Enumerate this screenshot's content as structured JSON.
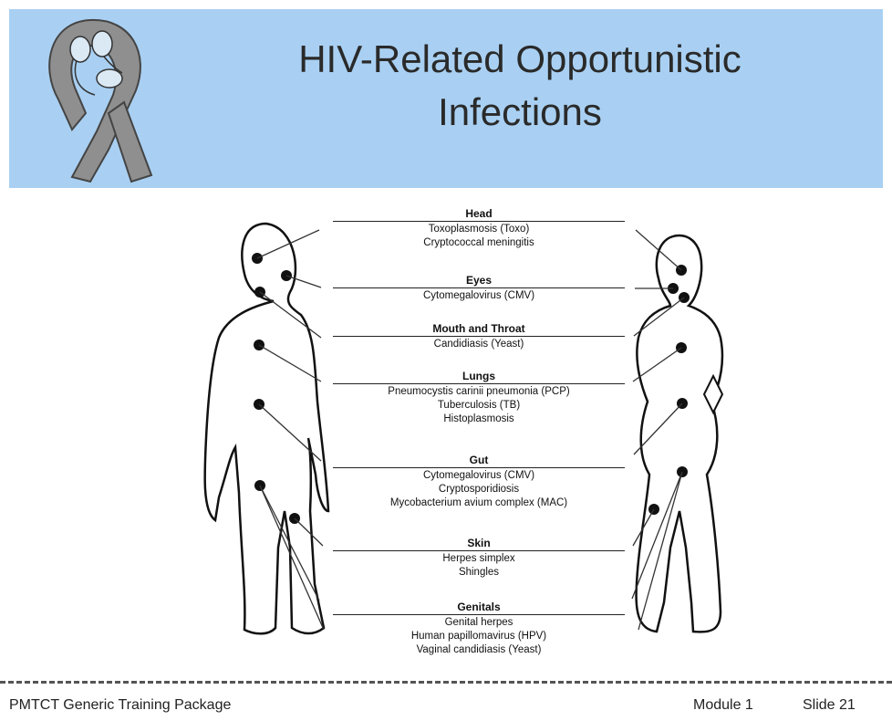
{
  "title": {
    "line1": "HIV-Related Opportunistic",
    "line2": "Infections"
  },
  "logo_icon": "aids-ribbon-mother-child-logo",
  "colors": {
    "header_bg": "#a9d0f2",
    "text": "#222222"
  },
  "body_regions": [
    {
      "name": "Head",
      "infections": [
        "Toxoplasmosis (Toxo)",
        "Cryptococcal meningitis"
      ]
    },
    {
      "name": "Eyes",
      "infections": [
        "Cytomegalovirus (CMV)"
      ]
    },
    {
      "name": "Mouth and Throat",
      "infections": [
        "Candidiasis (Yeast)"
      ]
    },
    {
      "name": "Lungs",
      "infections": [
        "Pneumocystis carinii pneumonia (PCP)",
        "Tuberculosis (TB)",
        "Histoplasmosis"
      ]
    },
    {
      "name": "Gut",
      "infections": [
        "Cytomegalovirus (CMV)",
        "Cryptosporidiosis",
        "Mycobacterium avium complex (MAC)"
      ]
    },
    {
      "name": "Skin",
      "infections": [
        "Herpes simplex",
        "Shingles"
      ]
    },
    {
      "name": "Genitals",
      "infections": [
        "Genital herpes",
        "Human papillomavirus (HPV)",
        "Vaginal candidiasis (Yeast)"
      ]
    }
  ],
  "footer": {
    "left": "PMTCT Generic Training Package",
    "module": "Module 1",
    "slide": "Slide 21"
  }
}
